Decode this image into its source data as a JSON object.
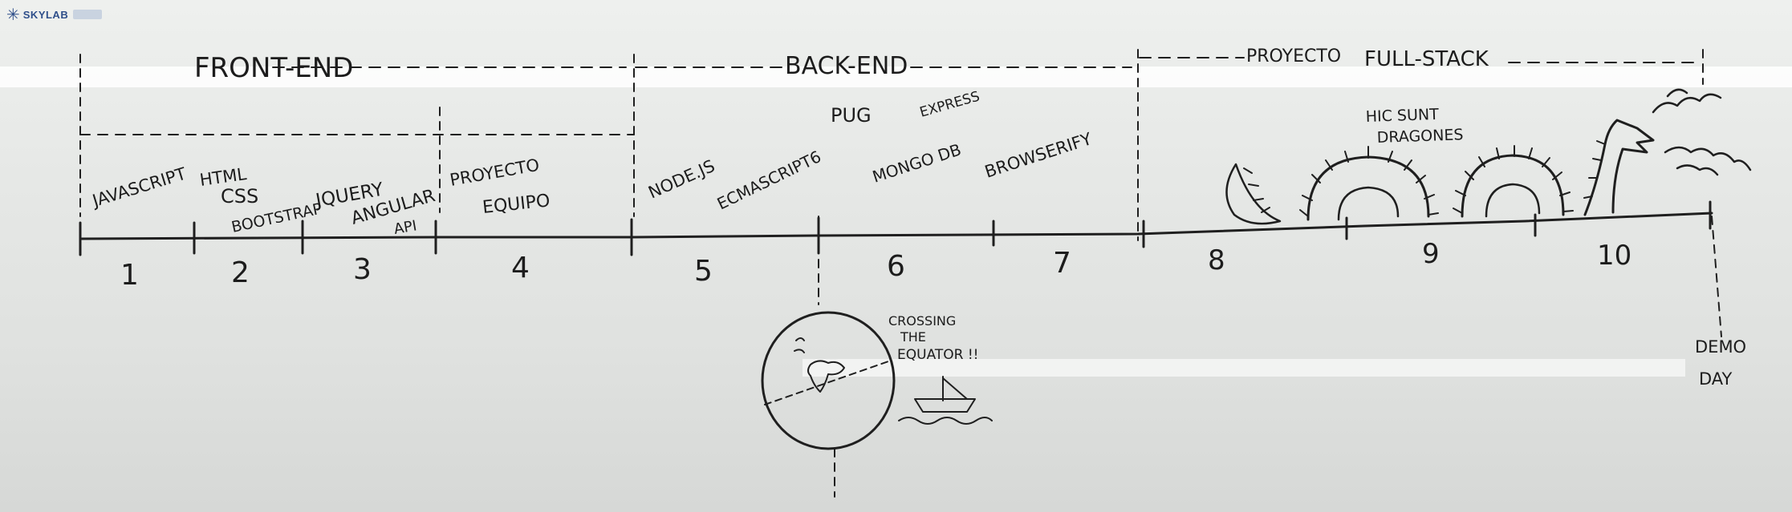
{
  "logo": {
    "name": "SKYLAB"
  },
  "phases": {
    "frontend": "FRONT-END",
    "backend": "BACK-END",
    "project": "PROYECTO",
    "fullstack": "FULL-STACK"
  },
  "topics": {
    "javascript": "JAVASCRIPT",
    "html": "HTML",
    "css": "CSS",
    "bootstrap": "BOOTSTRAP",
    "jquery": "JQUERY",
    "angular": "ANGULAR",
    "api": "API",
    "proyecto": "PROYECTO",
    "equipo": "EQUIPO",
    "nodejs": "NODE.JS",
    "ecmascript6": "ECMASCRIPT6",
    "pug": "PUG",
    "express": "EXPRESS",
    "mongodb": "MONGO DB",
    "browserify": "BROWSERIFY",
    "dragons_line1": "HIC SUNT",
    "dragons_line2": "DRAGONES"
  },
  "weeks": [
    "1",
    "2",
    "3",
    "4",
    "5",
    "6",
    "7",
    "8",
    "9",
    "10"
  ],
  "equator": {
    "line1": "CROSSING",
    "line2": "THE",
    "line3": "EQUATOR !!"
  },
  "demo": {
    "line1": "DEMO",
    "line2": "DAY"
  }
}
